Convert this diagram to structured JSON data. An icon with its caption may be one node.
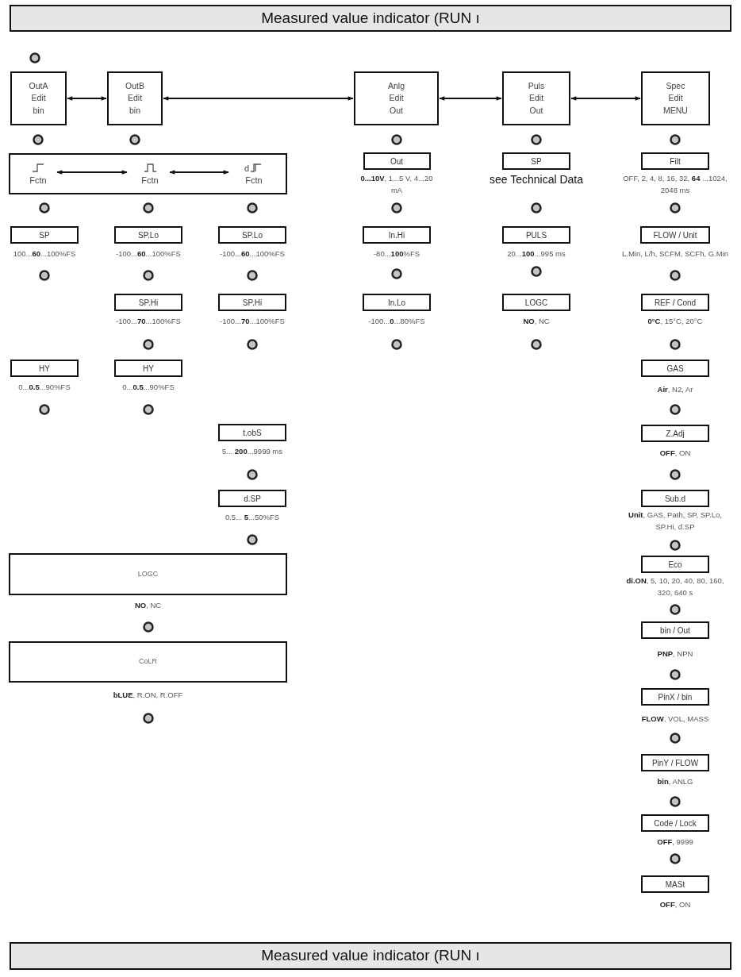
{
  "diagram": {
    "nodes": [
      {
        "text": [
          "Measured value indicator (RUN ı"
        ]
      },
      {
        "text": [
          "OutA",
          "Edit",
          "bin"
        ]
      },
      {
        "text": [
          "OutB",
          "Edit",
          "bin"
        ]
      },
      {
        "text": [
          "Anlg",
          "Edit",
          "Out"
        ]
      },
      {
        "text": [
          "Puls",
          "Edit",
          "Out"
        ]
      },
      {
        "text": [
          "Spec",
          "Edit",
          "MENU"
        ]
      },
      {
        "text": [],
        "shape": "box"
      },
      {
        "text": [
          "Fctn"
        ],
        "in": 6
      },
      {
        "text": [
          "Fctn"
        ],
        "in": 6
      },
      {
        "text": [
          "d",
          "Fctn"
        ],
        "in": 6
      },
      {
        "text": [
          "SP"
        ],
        "beside": [
          "100...**60**...100%FS"
        ]
      },
      {
        "text": [
          "SP.Lo"
        ],
        "beside": [
          "-100...**60**...100%FS"
        ]
      },
      {
        "text": [
          "SP.Lo"
        ],
        "beside": [
          "-100...**60**...100%FS"
        ]
      },
      {
        "text": [
          "SP.Hi"
        ],
        "beside": [
          "-100...**70**...100%FS"
        ]
      },
      {
        "text": [
          "SP.Hi"
        ],
        "beside": [
          "-100...**70**...100%FS"
        ]
      },
      {
        "text": [
          "HY"
        ],
        "beside": [
          "0...**0.5**...90%FS"
        ]
      },
      {
        "text": [
          "HY"
        ],
        "beside": [
          "0...**0.5**...90%FS"
        ]
      },
      {
        "text": [
          "t.obS"
        ],
        "beside": [
          "5... **200**...9999 ms"
        ]
      },
      {
        "text": [
          "d.SP"
        ],
        "beside": [
          "0.5... **5**...50%FS"
        ]
      },
      {
        "text": [
          "LOGC"
        ],
        "beside": [
          "**NO**, NC"
        ]
      },
      {
        "text": [
          "CoLR"
        ],
        "beside": [
          "**bLUE**, R.ON, R.OFF"
        ]
      },
      {
        "text": [
          "Out"
        ],
        "beside": [
          "**0...10V**, 1...5 V, 4...20 mA"
        ]
      },
      {
        "text": [
          "In.Hi"
        ],
        "beside": [
          "-80...**100**%FS"
        ]
      },
      {
        "text": [
          "In.Lo"
        ],
        "beside": [
          "-100...**0**...80%FS"
        ]
      },
      {
        "text": [
          "SP"
        ],
        "beside": [
          "see Technical Data"
        ]
      },
      {
        "text": [
          "PULS"
        ],
        "beside": [
          "20...**100**...995 ms"
        ]
      },
      {
        "text": [
          "LOGC"
        ],
        "beside": [
          "**NO**, NC"
        ]
      },
      {
        "text": [
          "Filt"
        ],
        "beside": [
          "OFF, 2, 4, 8, 16, 32, **64** ...1024, 2048 ms"
        ]
      },
      {
        "text": [
          "FLOW / Unit"
        ],
        "beside": [
          "L.Min, L/h, SCFM, SCFh, G.Min"
        ]
      },
      {
        "text": [
          "REF / Cond"
        ],
        "beside": [
          "**0°C**, 15°C, 20°C"
        ]
      },
      {
        "text": [
          "GAS"
        ],
        "beside": [
          "**Air**, N2, Ar"
        ]
      },
      {
        "text": [
          "Z.Adj"
        ],
        "beside": [
          "**OFF**, ON"
        ]
      },
      {
        "text": [
          "Sub.d"
        ],
        "beside": [
          "**Unit**, GAS, Path, SP, SP.Lo, SP.Hi, d.SP"
        ]
      },
      {
        "text": [
          "Eco"
        ],
        "beside": [
          "**di.ON**, 5, 10, 20, 40, 80, 160, 320, 640 s"
        ]
      },
      {
        "text": [
          "bin / Out"
        ],
        "beside": [
          "**PNP**, NPN"
        ]
      },
      {
        "text": [
          "PinX / bin"
        ],
        "beside": [
          "**FLOW**, VOL, MASS"
        ]
      },
      {
        "text": [
          "PinY / FLOW"
        ],
        "beside": [
          "**bin**, ANLG"
        ]
      },
      {
        "text": [
          "Code / Lock"
        ],
        "beside": [
          "**OFF**, 9999"
        ]
      },
      {
        "text": [
          "MASt"
        ],
        "beside": [
          "**OFF**, ON"
        ]
      },
      {
        "text": [
          "Measured value indicator (RUN ı"
        ]
      }
    ],
    "edges": [
      {
        "from": 1,
        "to": 2,
        "arrow": "both"
      },
      {
        "from": 2,
        "to": 3,
        "arrow": "both"
      },
      {
        "from": 3,
        "to": 4,
        "arrow": "both"
      },
      {
        "from": 4,
        "to": 5,
        "arrow": "both"
      },
      {
        "from": 7,
        "to": 8,
        "arrow": "both"
      },
      {
        "from": 8,
        "to": 9,
        "arrow": "both"
      }
    ]
  }
}
